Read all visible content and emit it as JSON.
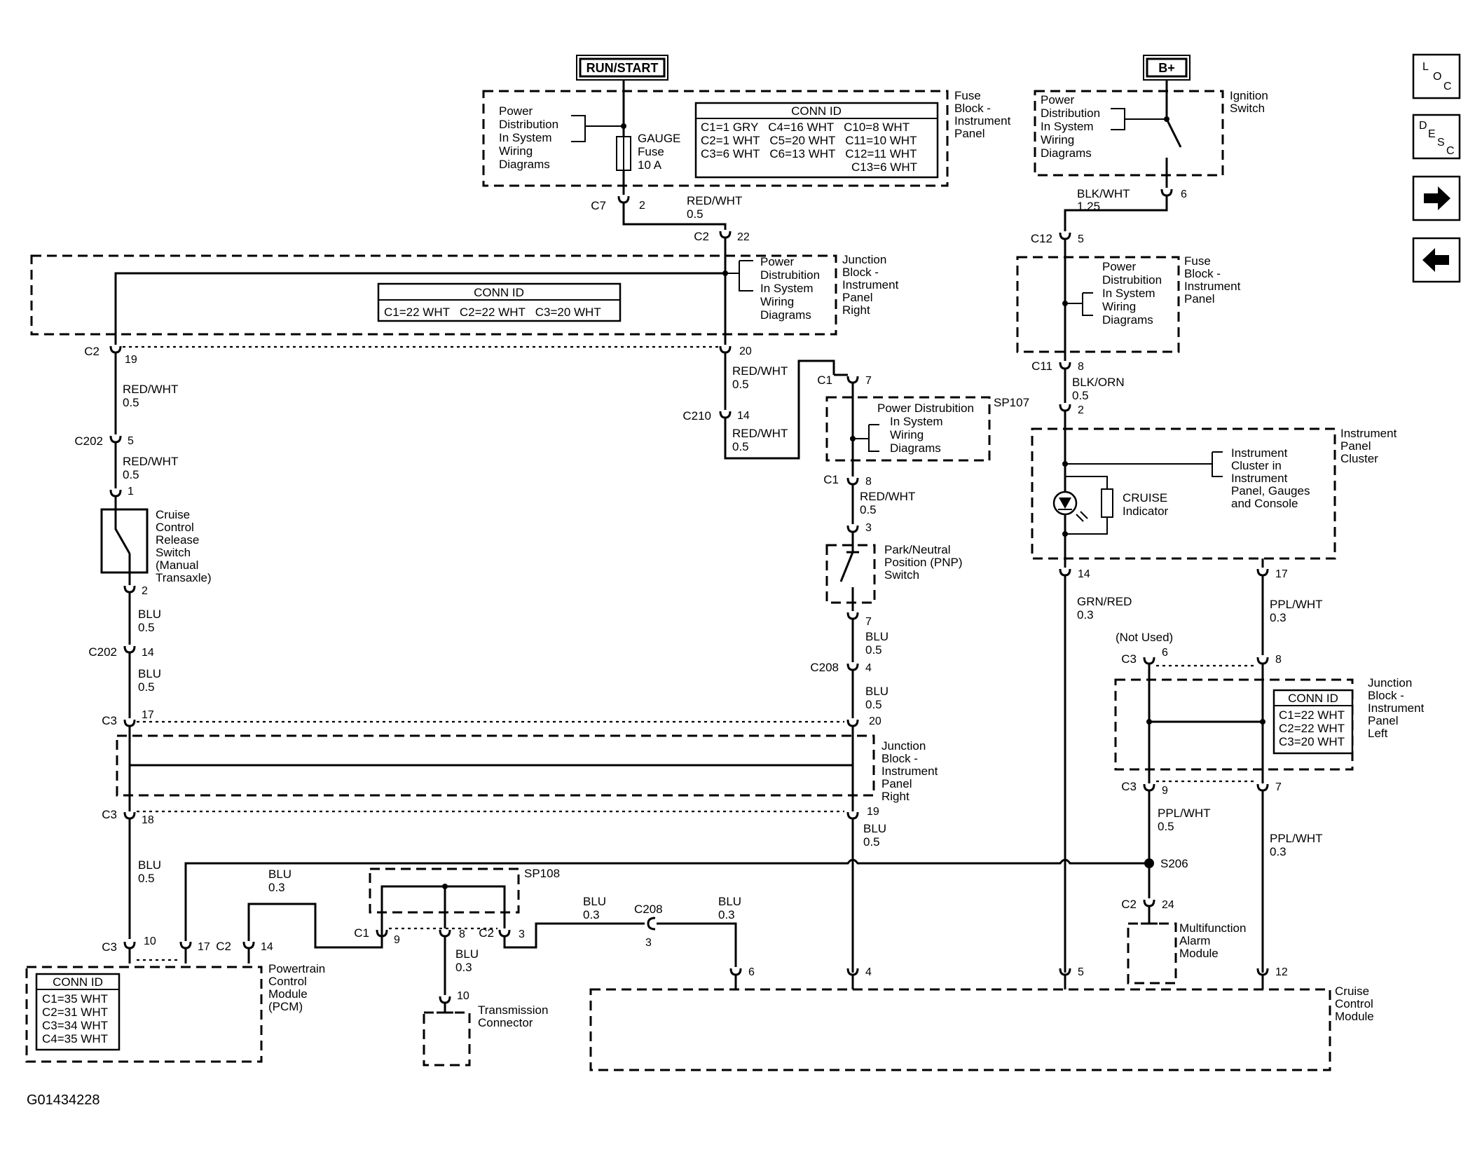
{
  "supplies": {
    "run_start": "RUN/START",
    "bplus": "B+"
  },
  "fuse_block_top": {
    "pdist": [
      "Power",
      "Distribution",
      "In System",
      "Wiring",
      "Diagrams"
    ],
    "fuse": [
      "GAUGE",
      "Fuse",
      "10 A"
    ],
    "title": [
      "Fuse",
      "Block -",
      "Instrument",
      "Panel"
    ],
    "conn_title": "CONN ID",
    "conn_rows": [
      "C1=1 GRY   C4=16 WHT   C10=8 WHT",
      "C2=1 WHT   C5=20 WHT   C11=10 WHT",
      "C3=6 WHT   C6=13 WHT   C12=11 WHT",
      "C13=6 WHT"
    ]
  },
  "ignition": {
    "pdist": [
      "Power",
      "Distribution",
      "In System",
      "Wiring",
      "Diagrams"
    ],
    "title": [
      "Ignition",
      "Switch"
    ],
    "wire": [
      "BLK/WHT",
      "1.25"
    ],
    "pin": "6"
  },
  "junction_right_top": {
    "pdist": [
      "Power",
      "Distrubition",
      "In System",
      "Wiring",
      "Diagrams"
    ],
    "title": [
      "Junction",
      "Block -",
      "Instrument",
      "Panel",
      "Right"
    ],
    "conn_title": "CONN ID",
    "conn_row": "C1=22 WHT   C2=22 WHT   C3=20 WHT"
  },
  "fuse_block_right": {
    "pdist": [
      "Power",
      "Distrubition",
      "In System",
      "Wiring",
      "Diagrams"
    ],
    "title": [
      "Fuse",
      "Block -",
      "Instrument",
      "Panel"
    ]
  },
  "sp107": {
    "pdist": [
      "Power Distrubition",
      "In System",
      "Wiring",
      "Diagrams"
    ],
    "label": "SP107"
  },
  "sp108": {
    "label": "SP108"
  },
  "cluster": {
    "indicator": [
      "CRUISE",
      "Indicator"
    ],
    "ref": [
      "Instrument",
      "Cluster in",
      "Instrument",
      "Panel, Gauges",
      "and Console"
    ],
    "title": [
      "Instrument",
      "Panel",
      "Cluster"
    ]
  },
  "switches": {
    "release": [
      "Cruise",
      "Control",
      "Release",
      "Switch",
      "(Manual",
      "Transaxle)"
    ],
    "pnp": [
      "Park/Neutral",
      "Position (PNP)",
      "Switch"
    ]
  },
  "junction_mid": {
    "title": [
      "Junction",
      "Block -",
      "Instrument",
      "Panel",
      "Right"
    ]
  },
  "junction_left": {
    "title": [
      "Junction",
      "Block -",
      "Instrument",
      "Panel",
      "Left"
    ],
    "not_used": "(Not Used)",
    "conn_title": "CONN ID",
    "conn_rows": [
      "C1=22 WHT",
      "C2=22 WHT",
      "C3=20 WHT"
    ]
  },
  "modules": {
    "pcm": [
      "Powertrain",
      "Control",
      "Module",
      "(PCM)"
    ],
    "pcm_conn_title": "CONN ID",
    "pcm_conn_rows": [
      "C1=35 WHT",
      "C2=31 WHT",
      "C3=34 WHT",
      "C4=35 WHT"
    ],
    "trans": [
      "Transmission",
      "Connector"
    ],
    "alarm": [
      "Multifunction",
      "Alarm",
      "Module"
    ],
    "cruise": [
      "Cruise",
      "Control",
      "Module"
    ]
  },
  "splice": {
    "s206": "S206"
  },
  "wires": {
    "red_wht": "RED/WHT",
    "blu": "BLU",
    "blk_orn": "BLK/ORN",
    "grn_red": "GRN/RED",
    "ppl_wht": "PPL/WHT",
    "g05": "0.5",
    "g03": "0.3"
  },
  "connectors": {
    "c1": "C1",
    "c2": "C2",
    "c3": "C3",
    "c7": "C7",
    "c11": "C11",
    "c12": "C12",
    "c202": "C202",
    "c208": "C208",
    "c210": "C210"
  },
  "pins": {
    "p1": "1",
    "p2": "2",
    "p3": "3",
    "p4": "4",
    "p5": "5",
    "p6": "6",
    "p7": "7",
    "p8": "8",
    "p9": "9",
    "p10": "10",
    "p12": "12",
    "p14": "14",
    "p17": "17",
    "p18": "18",
    "p19": "19",
    "p20": "20",
    "p22": "22",
    "p24": "24"
  },
  "nav": {
    "loc": [
      "L",
      "O",
      "C"
    ],
    "desc": [
      "D",
      "E",
      "S",
      "C"
    ]
  },
  "figure_id": "G01434228"
}
